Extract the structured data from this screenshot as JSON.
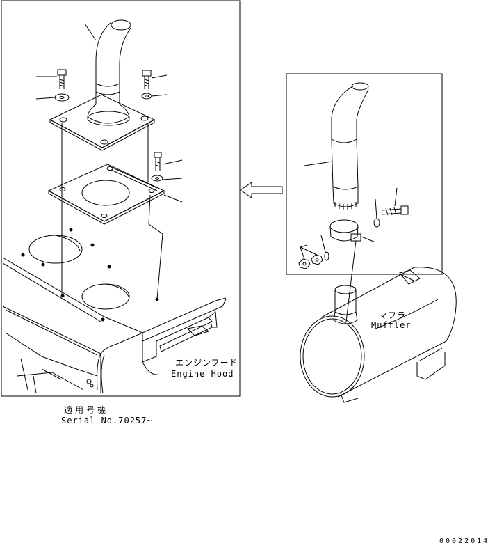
{
  "labels": {
    "engine_hood_jp": "エンジンフード",
    "engine_hood_en": "Engine Hood",
    "muffler_jp": "マフラ",
    "muffler_en": "Muffler",
    "serial_jp": "適用号機",
    "serial_en": "Serial No.70257~",
    "ref_number": "00022014"
  },
  "colors": {
    "line": "#000000",
    "background": "#ffffff"
  }
}
